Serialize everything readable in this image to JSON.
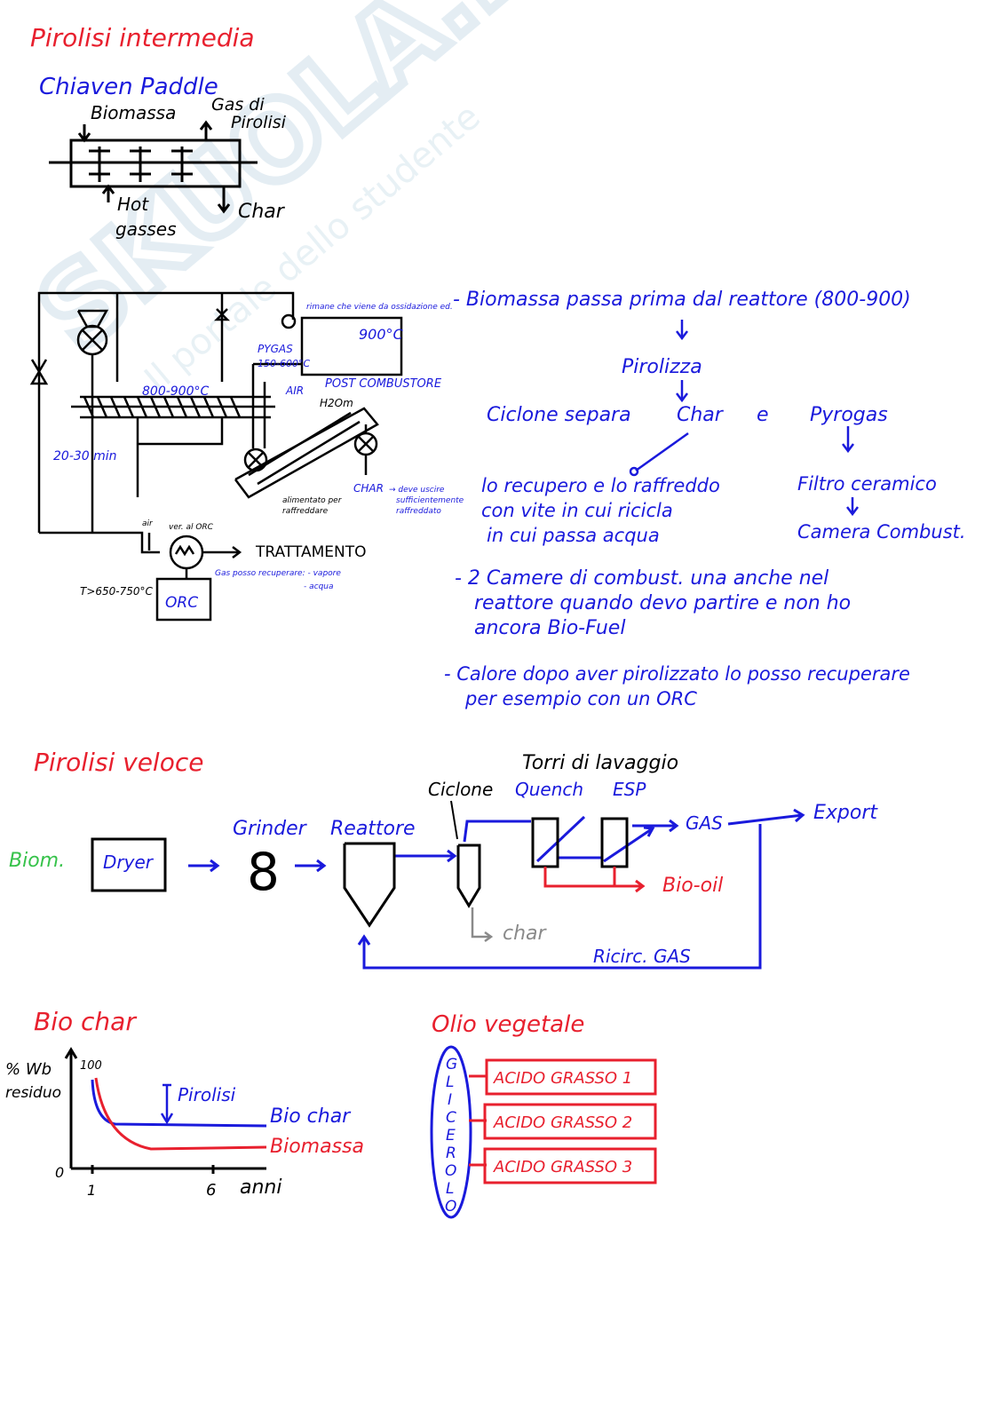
{
  "watermark": {
    "line1": "SKUOLA.net",
    "line2": "Il portale dello studente"
  },
  "section1": {
    "title": "Pirolisi intermedia",
    "subtitle": "Chiaven Paddle",
    "paddle": {
      "in_label": "Biomassa",
      "gas_label_1": "Gas di",
      "gas_label_2": "Pirolisi",
      "hot_label_1": "Hot",
      "hot_label_2": "gasses",
      "char_label": "Char"
    },
    "plant": {
      "note_top": "rimane che viene da ossidazione ed.",
      "temp_chamber": "900°C",
      "pygas_1": "PYGAS",
      "pygas_2": "150-600°C",
      "air": "AIR",
      "post_combustore": "POST COMBUSTORE",
      "reactor_temp": "800-900°C",
      "residence": "20-30 min",
      "h2o": "H2Om",
      "char_out": "CHAR",
      "char_note_1": "→ deve uscire",
      "char_note_2": "sufficientemente",
      "char_note_3": "raffreddato",
      "cool_note_1": "alimentato per",
      "cool_note_2": "raffreddare",
      "trattamento": "TRATTAMENTO",
      "treat_note_1": "Gas posso recuperare: - vapore",
      "treat_note_2": "- acqua",
      "orc": "ORC",
      "temp_bottom": "T>650-750°C",
      "air_small": "air",
      "orc_small": "ver. al ORC"
    },
    "notes": {
      "n1": "- Biomassa passa prima dal reattore (800-900)",
      "n1_pir": "Pirolizza",
      "n1_cyc_a": "Ciclone separa",
      "n1_cyc_b": "Char",
      "n1_cyc_c": "e",
      "n1_cyc_d": "Pyrogas",
      "n1_l1": "lo recupero e lo raffreddo",
      "n1_l2": "con vite in cui ricicla",
      "n1_l3": "in cui passa acqua",
      "n1_r1": "Filtro ceramico",
      "n1_r2": "Camera Combust.",
      "n2_l1": "- 2 Camere di combust. una anche nel",
      "n2_l2": "reattore quando devo partire e non ho",
      "n2_l3": "ancora Bio-Fuel",
      "n3_l1": "- Calore dopo aver pirolizzato lo posso recuperare",
      "n3_l2": "per esempio con un ORC"
    }
  },
  "section2": {
    "title": "Pirolisi veloce",
    "biom": "Biom.",
    "dryer": "Dryer",
    "grinder": "Grinder",
    "grinder_symbol": "8",
    "reattore": "Reattore",
    "ciclone": "Ciclone",
    "torri": "Torri di lavaggio",
    "quench": "Quench",
    "esp": "ESP",
    "gas": "GAS",
    "export": "Export",
    "biooil": "Bio-oil",
    "char": "char",
    "ricirc": "Ricirc. GAS"
  },
  "section3": {
    "title": "Bio char",
    "ylabel_1": "% Wb",
    "ylabel_2": "residuo",
    "y_top": "100",
    "origin": "0",
    "x_1": "1",
    "x_6": "6",
    "x_unit": "anni",
    "pirolisi": "Pirolisi",
    "series_biochar": "Bio char",
    "series_biomassa": "Biomassa"
  },
  "section4": {
    "title": "Olio vegetale",
    "glicerolo": [
      "G",
      "L",
      "I",
      "C",
      "E",
      "R",
      "O",
      "L",
      "O"
    ],
    "acidi": [
      "ACIDO GRASSO 1",
      "ACIDO GRASSO 2",
      "ACIDO GRASSO 3"
    ]
  },
  "colors": {
    "red": "#e8202e",
    "blue": "#1a1adc",
    "green": "#36c24a",
    "black": "#000000",
    "watermark": "#cfe0ea"
  }
}
